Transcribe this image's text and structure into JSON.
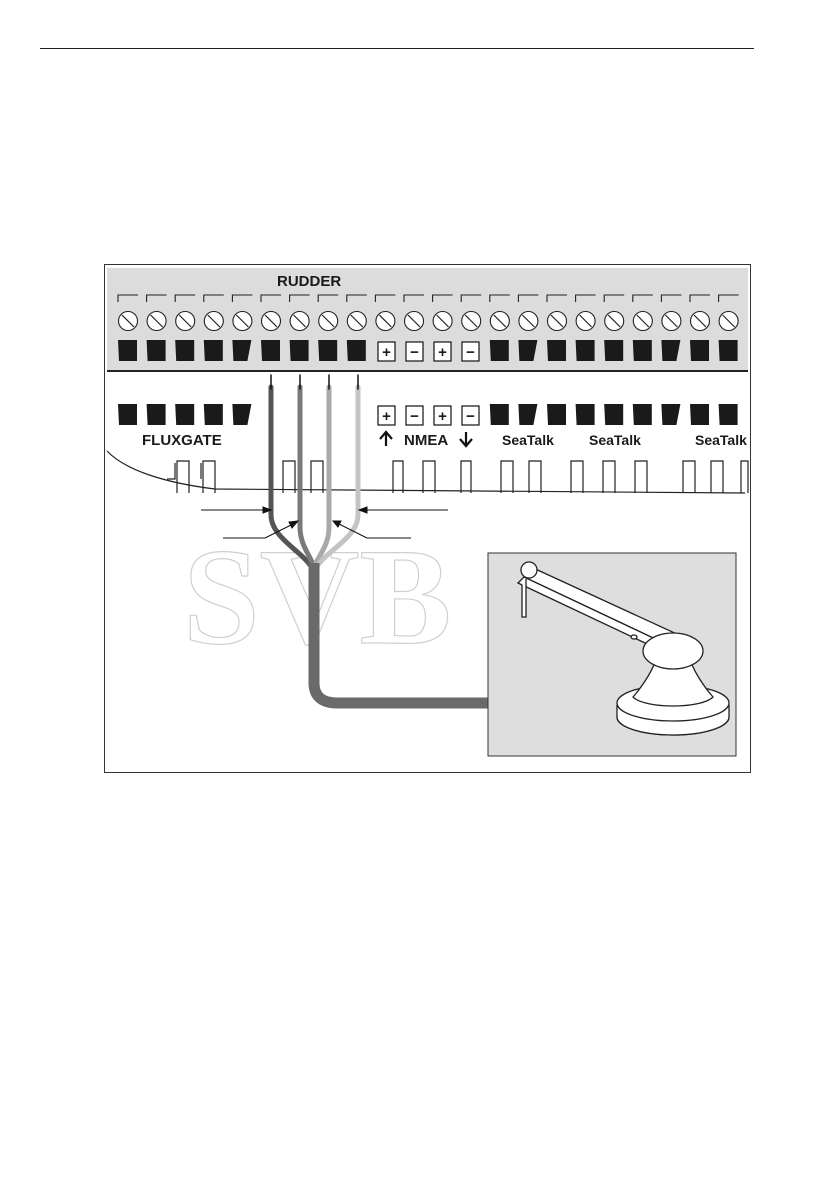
{
  "diagram": {
    "top_label": "RUDDER",
    "bottom_labels": {
      "fluxgate": "FLUXGATE",
      "nmea": "NMEA",
      "seatalk_1": "SeaTalk",
      "seatalk_2": "SeaTalk",
      "seatalk_3": "SeaTalk"
    },
    "polarity_top": [
      "+",
      "−",
      "+",
      "−"
    ],
    "polarity_bottom": [
      "+",
      "−",
      "+",
      "−"
    ],
    "arrows": {
      "nmea_in": "arrow-up-icon",
      "nmea_out": "arrow-down-icon"
    },
    "watermark": "SVB",
    "colors": {
      "panel": "#dcdcdc",
      "terminal": "#1a1a1a",
      "wire_dark": "#555555",
      "wire_mid": "#7a7a7a",
      "wire_light": "#a9a9a9",
      "wire_lightest": "#c4c4c4",
      "cable": "#6a6a6a",
      "inset_bg": "#dedede"
    }
  }
}
